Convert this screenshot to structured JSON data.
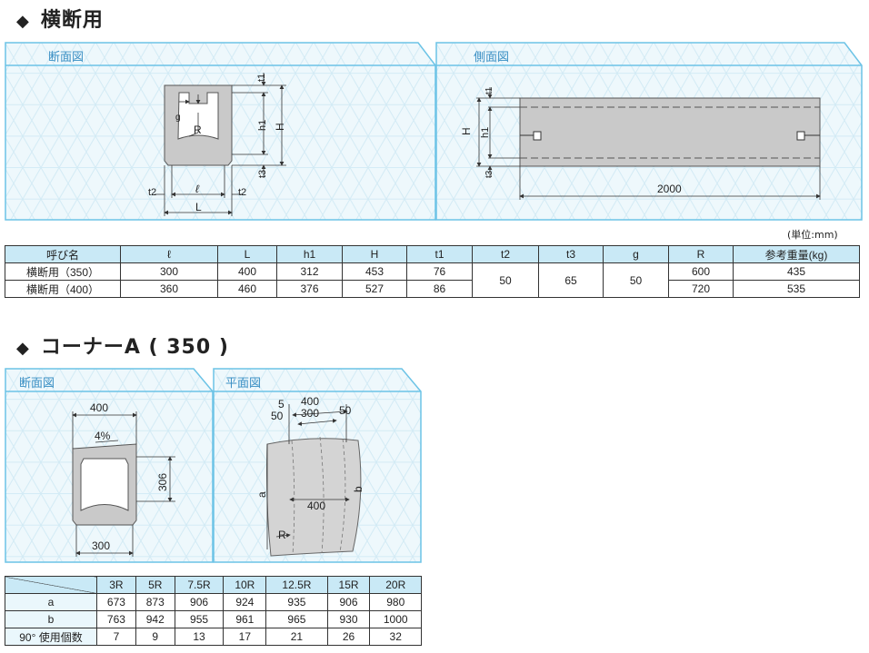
{
  "section1": {
    "title": "横断用",
    "cross_section_label": "断面図",
    "side_view_label": "側面図",
    "cross_dims": {
      "t1": "t1",
      "h1": "h1",
      "H": "H",
      "t3": "t3",
      "g": "g",
      "R": "R",
      "t2_left": "t2",
      "ell": "ℓ",
      "t2_right": "t2",
      "L": "L"
    },
    "side_dims": {
      "t1": "t1",
      "H": "H",
      "h1": "h1",
      "t3": "t3",
      "length": "2000"
    },
    "unit": "(単位:mm)",
    "table": {
      "headers": [
        "呼び名",
        "ℓ",
        "L",
        "h1",
        "H",
        "t1",
        "t2",
        "t3",
        "g",
        "R",
        "参考重量(kg)"
      ],
      "rows": [
        {
          "name": "横断用（350）",
          "ell": "300",
          "L": "400",
          "h1": "312",
          "H": "453",
          "t1": "76",
          "R": "600",
          "weight": "435"
        },
        {
          "name": "横断用（400）",
          "ell": "360",
          "L": "460",
          "h1": "376",
          "H": "527",
          "t1": "86",
          "R": "720",
          "weight": "535"
        }
      ],
      "shared": {
        "t2": "50",
        "t3": "65",
        "g": "50"
      }
    }
  },
  "section2": {
    "title": "コーナーA ( 350 )",
    "cross_section_label": "断面図",
    "plan_label": "平面図",
    "cross_dims": {
      "top": "400",
      "slope": "4%",
      "height": "306",
      "bottom": "300"
    },
    "plan_dims": {
      "d5": "5",
      "d400": "400",
      "d50a": "50",
      "d300": "300",
      "d50b": "50",
      "a": "a",
      "b": "b",
      "d400mid": "400",
      "R": "R"
    },
    "table": {
      "headers": [
        "3R",
        "5R",
        "7.5R",
        "10R",
        "12.5R",
        "15R",
        "20R"
      ],
      "rows": [
        {
          "label": "a",
          "values": [
            "673",
            "873",
            "906",
            "924",
            "935",
            "906",
            "980"
          ]
        },
        {
          "label": "b",
          "values": [
            "763",
            "942",
            "955",
            "961",
            "965",
            "930",
            "1000"
          ]
        },
        {
          "label": "90° 使用個数",
          "values": [
            "7",
            "9",
            "13",
            "17",
            "21",
            "26",
            "32"
          ]
        }
      ]
    }
  }
}
